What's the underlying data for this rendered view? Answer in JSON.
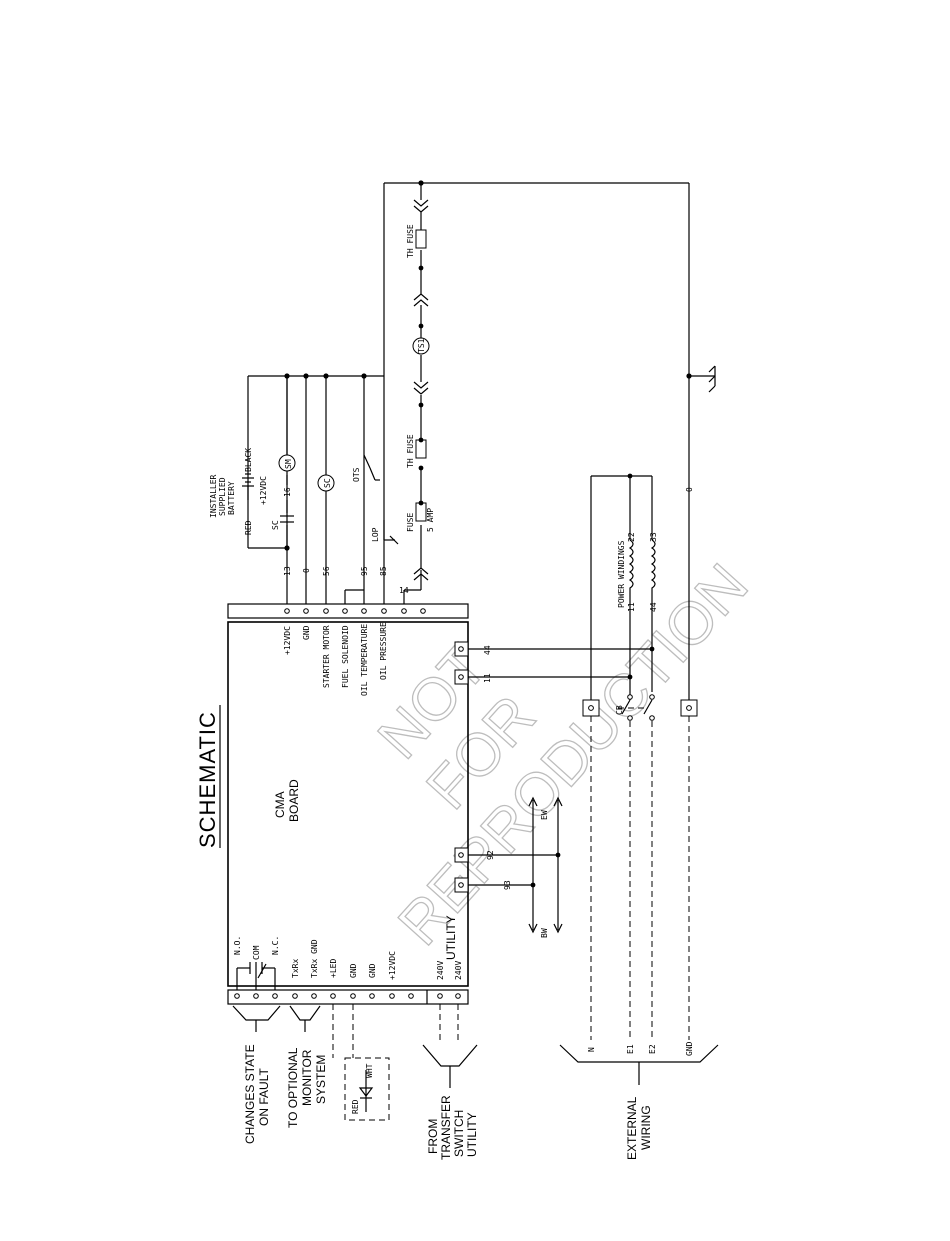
{
  "title": "SCHEMATIC",
  "board_label": [
    "CMA",
    "BOARD"
  ],
  "utility_label": "UTILITY",
  "watermark": [
    "NOT",
    "FOR",
    "REPRODUCTION"
  ],
  "top_terminals": [
    {
      "wire": "13",
      "signal": "+12VDC"
    },
    {
      "wire": "0",
      "signal": "GND"
    },
    {
      "wire": "56",
      "signal": "STARTER MOTOR"
    },
    {
      "wire": "95",
      "signal": "FUEL SOLENOID"
    },
    {
      "wire": "85",
      "signal": "OIL TEMPERATURE"
    },
    {
      "wire": "14",
      "signal": "OIL PRESSURE"
    }
  ],
  "bottom_terminals": {
    "relay": [
      "N.O.",
      "COM",
      "N.C."
    ],
    "comm": [
      "TxRx",
      "TxRx GND"
    ],
    "led": [
      "+LED",
      "GND"
    ],
    "misc": [
      "GND",
      "+12VDC"
    ],
    "utility": [
      "240V",
      "240V"
    ]
  },
  "battery": {
    "installer": [
      "INSTALLER",
      "SUPPLIED",
      "BATTERY"
    ],
    "voltage": "+12VDC",
    "red": "RED",
    "black": "BLACK",
    "sc": "SC",
    "wire16": "16"
  },
  "components": {
    "sm": "SM",
    "sc": "SC",
    "ots": "OTS",
    "lop": "LOP",
    "ts1": "TS1",
    "fuse": "FUSE",
    "fuse_rating": "5 AMP",
    "th_fuse": "TH FUSE",
    "cb": "CB"
  },
  "power_windings": {
    "label": "POWER WINDINGS",
    "w11": "11",
    "w22": "22",
    "w44": "44",
    "w33": "33"
  },
  "side_terminals": {
    "t44": "44",
    "t11": "11",
    "t92": "92",
    "t93": "93",
    "bw": "BW",
    "ew": "EW",
    "ground": "0"
  },
  "external": {
    "labels": [
      "N",
      "E1",
      "E2",
      "GND"
    ],
    "title": [
      "EXTERNAL",
      "WIRING"
    ]
  },
  "annotations": {
    "fault": [
      "CHANGES STATE",
      "ON FAULT"
    ],
    "monitor": [
      "TO OPTIONAL",
      "MONITOR",
      "SYSTEM"
    ],
    "transfer": [
      "FROM",
      "TRANSFER",
      "SWITCH",
      "UTILITY"
    ],
    "led_red": "RED",
    "led_wht": "WHT"
  }
}
